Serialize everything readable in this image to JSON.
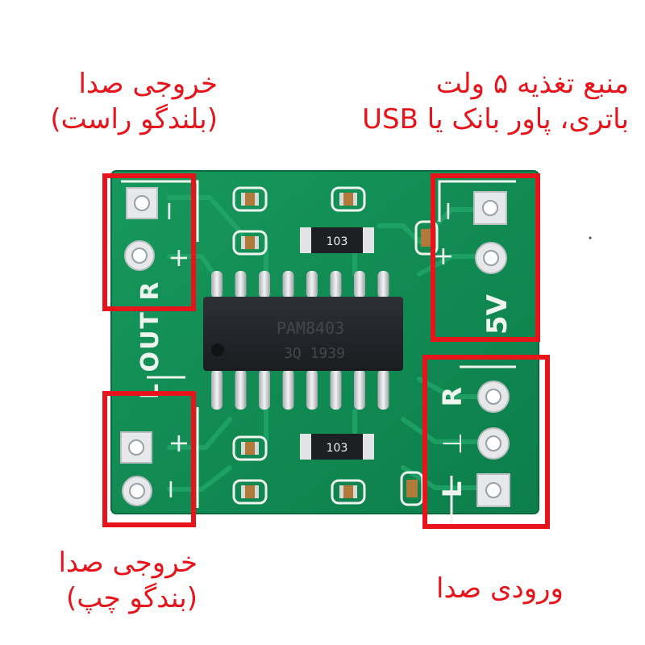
{
  "labels": {
    "right_output": {
      "line1": "خروجی صدا",
      "line2": "(بلندگو راست)"
    },
    "left_output": {
      "line1": "خروجی صدا",
      "line2": "(بندگو چپ)"
    },
    "power_supply": {
      "line1": "منبع تغذیه ۵ ولت",
      "line2": "باتری، پاور بانک یا USB"
    },
    "audio_input": {
      "line1": "ورودی صدا"
    }
  },
  "board": {
    "chip_text_1": "PAM8403",
    "chip_text_2": "3Q  1939",
    "resistor_code": "103",
    "silkscreen": {
      "out_label": "L OUT R",
      "plus": "+",
      "minus": "−",
      "power_label": "5V",
      "input_r": "R",
      "input_ground": "⊥",
      "input_l": "L"
    }
  },
  "colors": {
    "pcb_green": "#0f8a52",
    "pcb_dark": "#0b6e41",
    "highlight_red": "#e8141b",
    "label_red": "#e8141b"
  }
}
